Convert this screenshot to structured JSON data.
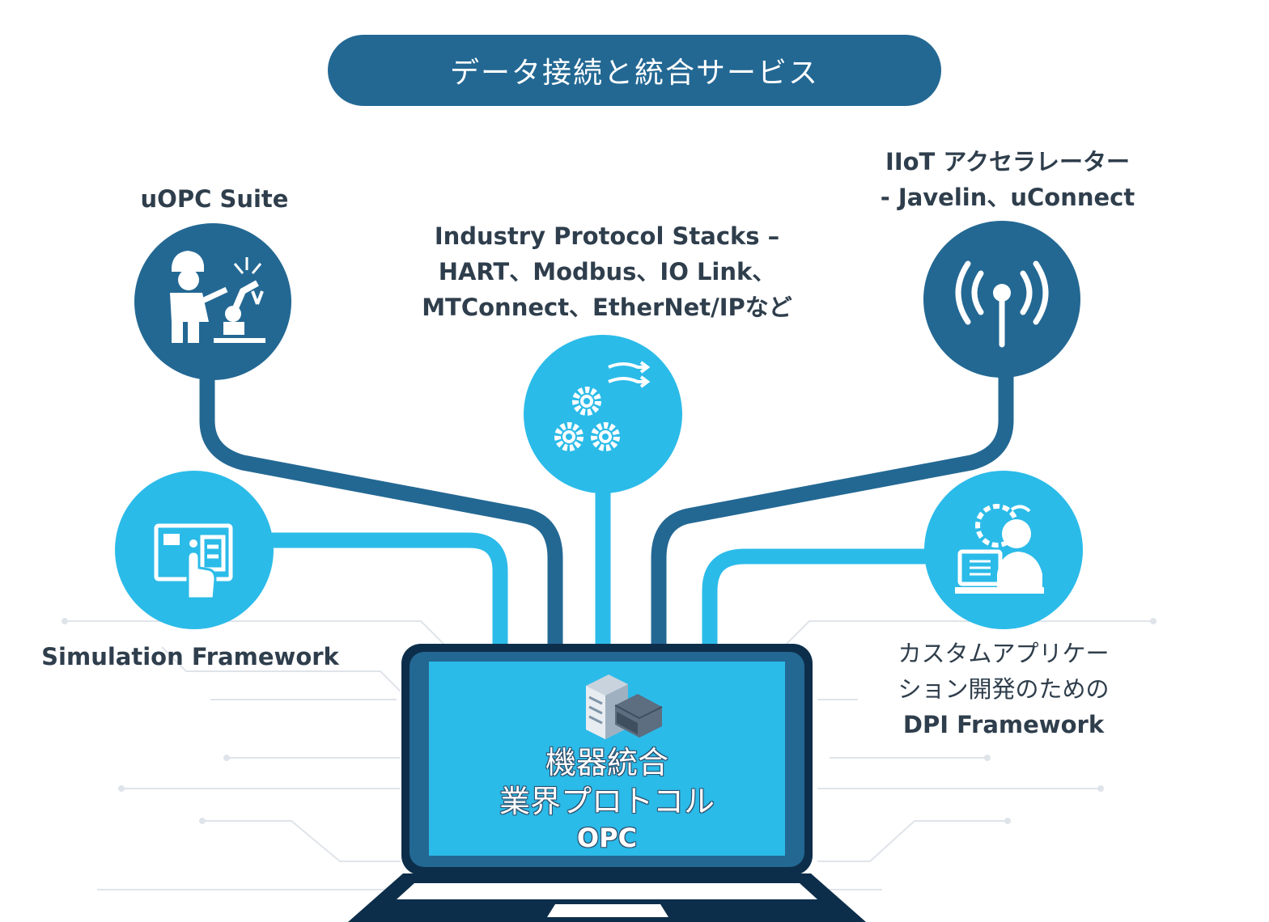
{
  "title": "データ接続と統合サービス",
  "nodes": {
    "uopc": {
      "label": "uOPC Suite",
      "icon": "engineer-robot-arm-icon"
    },
    "protocols": {
      "label_lines": [
        "Industry Protocol Stacks –",
        "HART、Modbus、IO Link、",
        "MTConnect、EtherNet/IPなど"
      ],
      "icon": "gears-data-flow-icon"
    },
    "iiot": {
      "label_lines": [
        "IIoT アクセラレーター",
        "- Javelin、uConnect"
      ],
      "icon": "wireless-antenna-icon"
    },
    "simulation": {
      "label": "Simulation Framework",
      "icon": "touch-control-panel-icon"
    },
    "dpi": {
      "label_lines": [
        "カスタムアプリケー",
        "ション開発のための",
        "DPI Framework"
      ],
      "icon": "developer-at-computer-icon"
    }
  },
  "center": {
    "icon": "server-rack-icon",
    "lines": [
      "機器統合",
      "業界プロトコル",
      "OPC"
    ]
  },
  "colors": {
    "dark_blue": "#236893",
    "light_blue": "#2bbbe9",
    "laptop_dark": "#0d2e4a",
    "text": "#2f3e4c"
  }
}
